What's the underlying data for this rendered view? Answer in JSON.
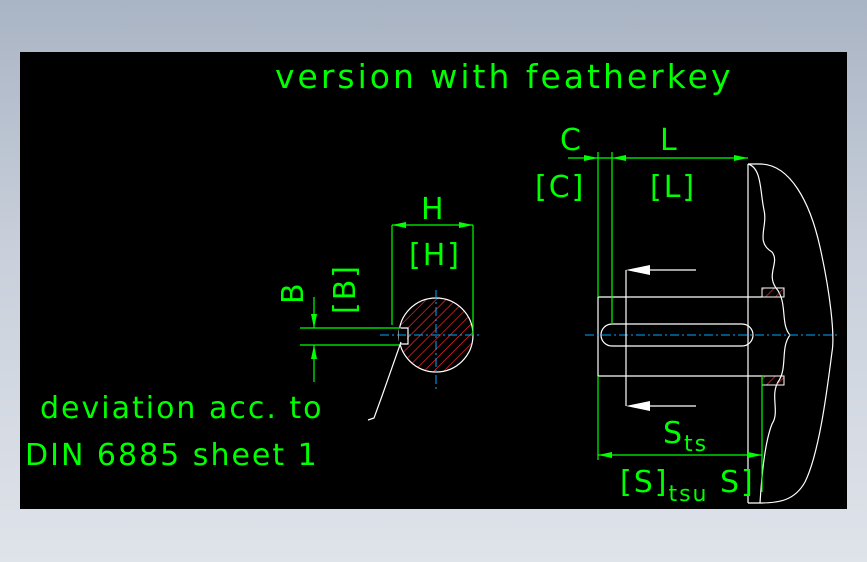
{
  "title": "version with featherkey",
  "note": {
    "line1": "deviation acc. to",
    "line2": "DIN 6885 sheet 1"
  },
  "dimensions": {
    "H": "H",
    "H_bracket": "[H]",
    "B": "B",
    "B_bracket": "[B]",
    "C": "C",
    "C_bracket": "[C]",
    "L": "L",
    "L_bracket": "[L]",
    "S_ts_main": "S",
    "S_ts_sub": "ts",
    "S_tsu_main": "[S]",
    "S_tsu_sub": "tsu",
    "S_tail": "S]"
  },
  "colors": {
    "background": "#000000",
    "text": "#00ff00",
    "geometry": "#ffffff",
    "centerline": "#00a8ff",
    "hatch": "#ff3030"
  }
}
